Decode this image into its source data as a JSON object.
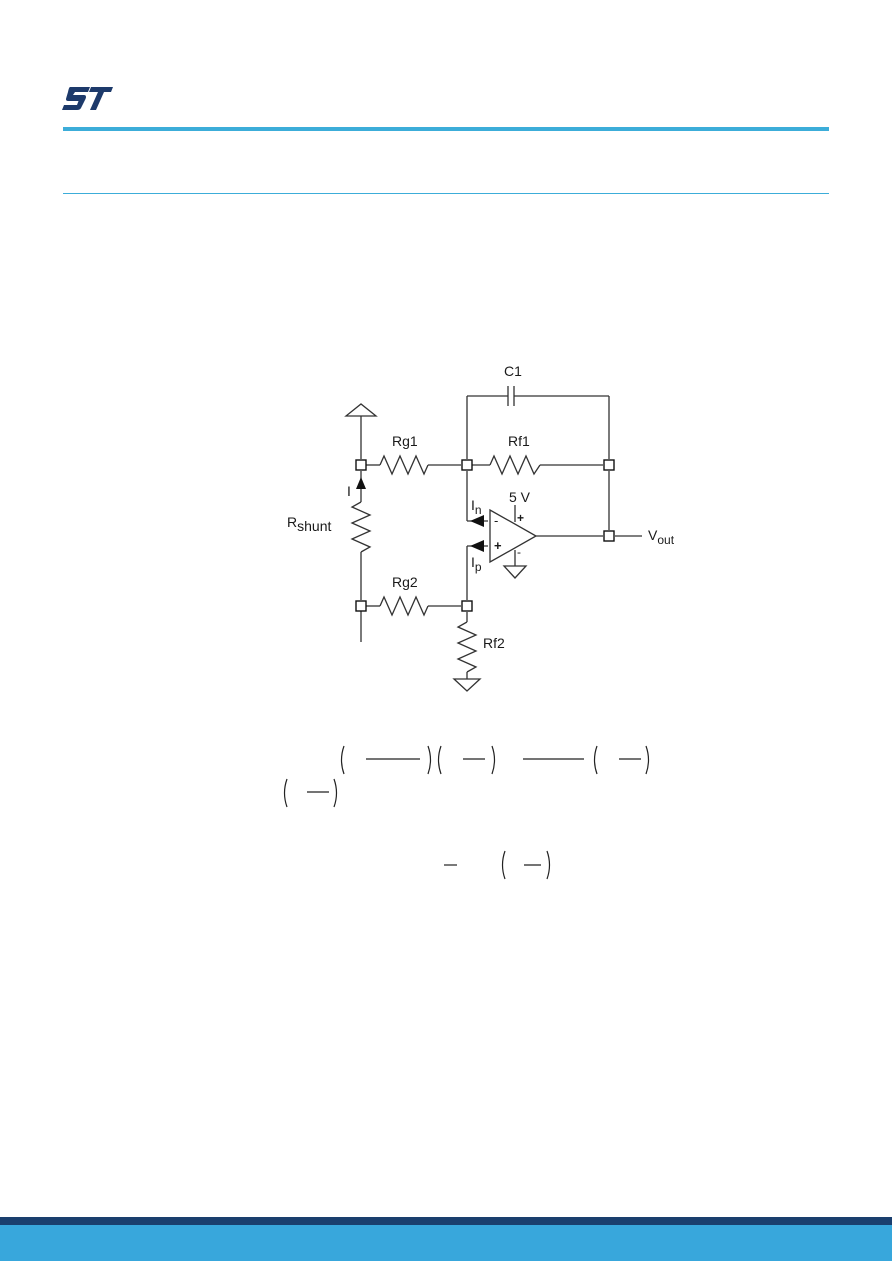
{
  "brand": {
    "logo_icon": "st-logo-icon",
    "accent": "#3cadd9",
    "logo_color": "#1d3a6b"
  },
  "circuit": {
    "labels": {
      "c1": "C1",
      "rg1": "Rg1",
      "rf1": "Rf1",
      "rg2": "Rg2",
      "rf2": "Rf2",
      "supply": "5 V",
      "i": "I",
      "in_main": "I",
      "in_sub": "n",
      "ip_main": "I",
      "ip_sub": "p",
      "rshunt_main": "R",
      "rshunt_sub": "shunt",
      "vout_main": "V",
      "vout_sub": "out",
      "opamp_minus": "-",
      "opamp_plus": "+",
      "supply_plus": "+",
      "supply_minus": "-"
    }
  },
  "footer": {
    "dark": "#1a3f6e",
    "light": "#38a7dc"
  }
}
